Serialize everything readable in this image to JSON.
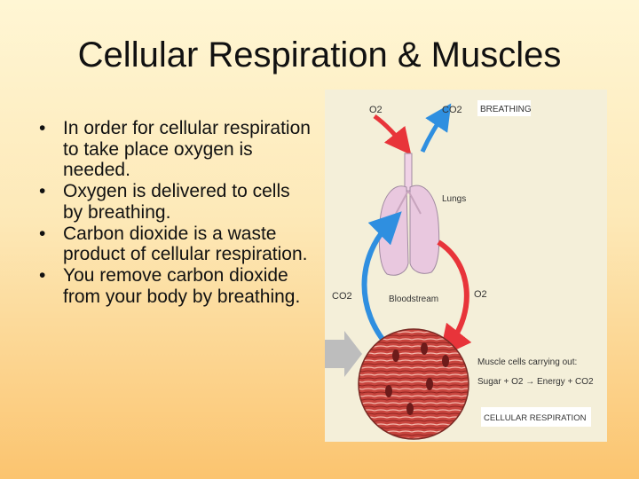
{
  "slide": {
    "title": "Cellular Respiration & Muscles",
    "bullets": [
      "In order for cellular respiration to take place oxygen is needed.",
      "Oxygen is delivered to cells by breathing.",
      "Carbon dioxide is a waste product of cellular respiration.",
      "You remove carbon dioxide from your body by breathing."
    ]
  },
  "diagram": {
    "o2_top": "O2",
    "co2_top": "CO2",
    "breathing_label": "BREATHING",
    "lungs_label": "Lungs",
    "co2_left": "CO2",
    "bloodstream_label": "Bloodstream",
    "o2_right": "O2",
    "muscle_label": "Muscle cells carrying out:",
    "equation": "Sugar + O2 → Energy + CO2",
    "cellular_respiration_label": "CELLULAR RESPIRATION"
  },
  "colors": {
    "arrow_red": "#e8343a",
    "arrow_blue": "#2f8fe0",
    "lungs_pink": "#e9c8df",
    "muscle_red": "#c9453e"
  }
}
